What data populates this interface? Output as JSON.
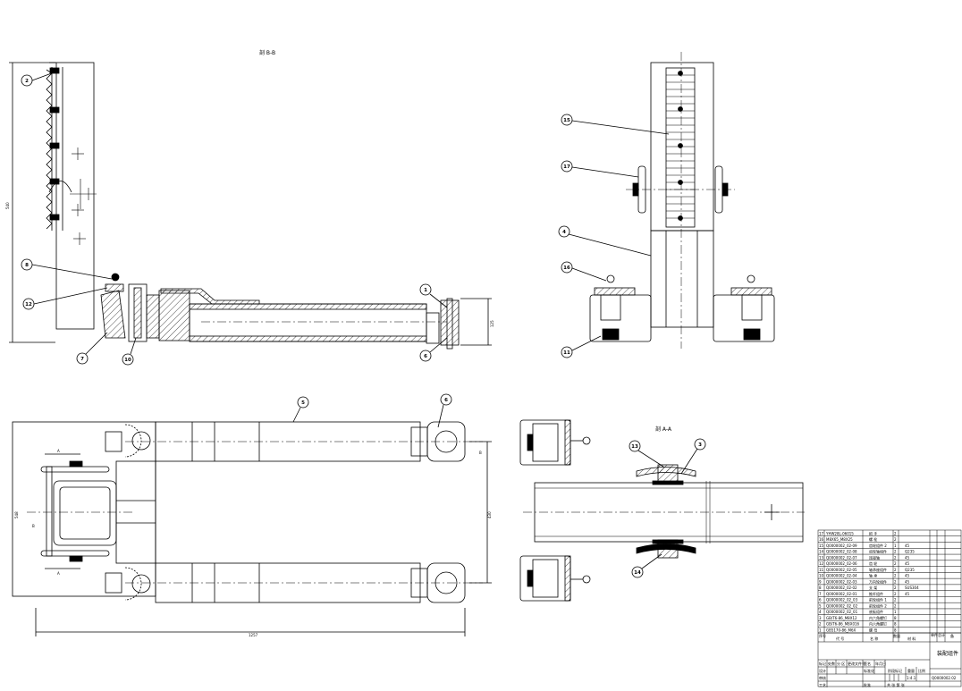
{
  "views": {
    "section_bb": "剖 B-B",
    "section_aa": "剖 A-A",
    "cut_a": "A",
    "cut_b": "B"
  },
  "dimensions": {
    "total_length": "1257",
    "total_width": "548",
    "inner_width": "430",
    "height_left": "540",
    "height_right": "125"
  },
  "balloons": {
    "top_left": [
      "2",
      "8",
      "12",
      "7",
      "10",
      "1",
      "6"
    ],
    "top_right": [
      "15",
      "17",
      "4",
      "16",
      "11"
    ],
    "bottom_left": [
      "5",
      "6"
    ],
    "bottom_right": [
      "13",
      "3",
      "14"
    ]
  },
  "bom": {
    "rows": [
      {
        "no": "17",
        "code": "YHW28L-06015",
        "name": "把 手",
        "qty": "2"
      },
      {
        "no": "16",
        "code": "M8X65_M8X25",
        "name": "螺 栓",
        "qty": "2"
      },
      {
        "no": "15",
        "code": "Q0000002_02-09",
        "name": "齿轮组件 2",
        "qty": "1",
        "mat": "45"
      },
      {
        "no": "14",
        "code": "Q0000002_02-08",
        "name": "齿轮轴组件",
        "qty": "2",
        "mat": "Q235"
      },
      {
        "no": "13",
        "code": "Q0000002_02-07",
        "name": "连接轴",
        "qty": "2",
        "mat": "45"
      },
      {
        "no": "12",
        "code": "Q0000002_02-06",
        "name": "齿 轮",
        "qty": "2",
        "mat": "45"
      },
      {
        "no": "11",
        "code": "Q0000002_02-05",
        "name": "轴承座组件",
        "qty": "2",
        "mat": "Q235"
      },
      {
        "no": "10",
        "code": "Q0000002_02-04",
        "name": "轴 承",
        "qty": "2",
        "mat": "45"
      },
      {
        "no": "9",
        "code": "Q0000002_02-03",
        "name": "万向轮组件",
        "qty": "2",
        "mat": "45"
      },
      {
        "no": "8",
        "code": "Q0000002_02-02",
        "name": "支 架",
        "qty": "2",
        "mat": "SUS304"
      },
      {
        "no": "7",
        "code": "Q0000002_02-01",
        "name": "推杆组件",
        "qty": "2",
        "mat": "45"
      },
      {
        "no": "6",
        "code": "Q0000002_02_03",
        "name": "前轮组件 1",
        "qty": "2"
      },
      {
        "no": "5",
        "code": "Q0000002_02_02",
        "name": "前轮组件 2",
        "qty": "2"
      },
      {
        "no": "4",
        "code": "Q0000002_02_01",
        "name": "底板组件",
        "qty": "1"
      },
      {
        "no": "3",
        "code": "GB/T6-86_M8X12",
        "name": "内六角螺钉",
        "qty": "8"
      },
      {
        "no": "2",
        "code": "GB/T6-86_M8X016",
        "name": "内六角螺钉",
        "qty": "8"
      },
      {
        "no": "1",
        "code": "GB5170-86_M6X",
        "name": "螺 母",
        "qty": "8"
      }
    ],
    "header": {
      "no": "序号",
      "code": "代 号",
      "name": "名 称",
      "qty": "数量",
      "mat": "材 料",
      "w1": "单件",
      "w2": "总计",
      "note": "备"
    },
    "title_block": {
      "r1": [
        "标记",
        "处数",
        "分 区",
        "更改文件号",
        "签名",
        "年月日"
      ],
      "r2": [
        "设计",
        "",
        "标准化"
      ],
      "r3": [
        "审核"
      ],
      "r4": [
        "工艺",
        "批准"
      ],
      "stage": "阶段标记",
      "weight": "重量",
      "scale": "比例",
      "scale_val": "1:4.1",
      "sheets": "共 张 第 张",
      "title": "装配组件",
      "drawing_no": "Q0000002.02"
    }
  }
}
